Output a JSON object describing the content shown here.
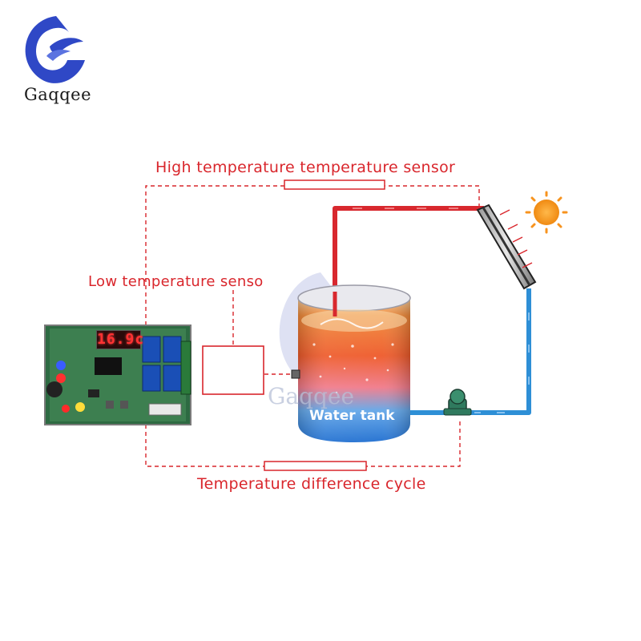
{
  "brand": {
    "name": "Gaqqee",
    "logo_color": "#2f48c6",
    "watermark": "Gaqqee"
  },
  "labels": {
    "high_sensor": "High temperature temperature sensor",
    "low_sensor": "Low temperature senso",
    "cycle": "Temperature difference cycle",
    "tank": "Water tank"
  },
  "controller": {
    "display_value": "16.9c"
  },
  "colors": {
    "label_red": "#d9262c",
    "hot_pipe": "#d8282e",
    "cold_pipe": "#2e8fd6",
    "dashed_line": "#d9262c",
    "sun": "#f7931e"
  },
  "icons": [
    "logo-icon",
    "sun-icon",
    "pump-icon",
    "solar-panel-icon",
    "controller-board-icon"
  ]
}
